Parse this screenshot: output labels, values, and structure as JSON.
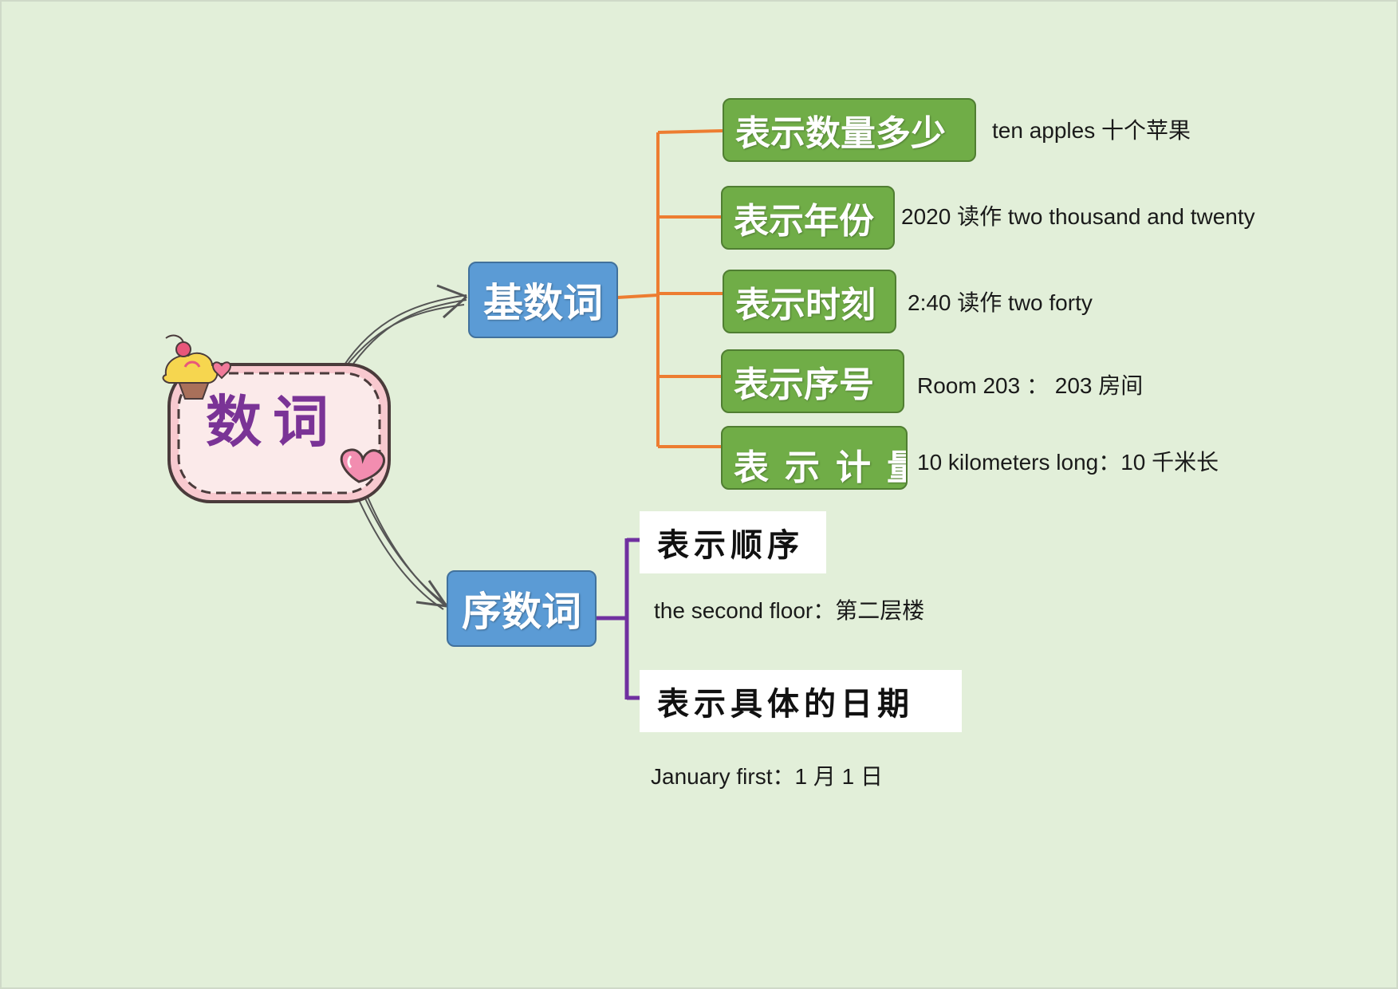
{
  "root": {
    "label": "数词"
  },
  "cardinal": {
    "label": "基数词",
    "items": [
      {
        "label": "表示数量多少",
        "example": "ten apples 十个苹果"
      },
      {
        "label": "表示年份",
        "example": "2020 读作 two thousand and twenty"
      },
      {
        "label": "表示时刻",
        "example": "2:40 读作 two forty"
      },
      {
        "label": "表示序号",
        "example": "Room 203 ： 203 房间"
      },
      {
        "label": "表示计量",
        "example": "10 kilometers long：10 千米长"
      }
    ]
  },
  "ordinal": {
    "label": "序数词",
    "items": [
      {
        "label": "表示顺序",
        "example": "the second floor：第二层楼"
      },
      {
        "label": "表示具体的日期",
        "example": "January first：1 月 1 日"
      }
    ]
  },
  "colors": {
    "background": "#e2efd9",
    "branch_fill": "#5b9bd5",
    "leaf_fill": "#70ad47",
    "cardinal_connector": "#ed7d31",
    "ordinal_connector": "#7030a0",
    "root_text": "#7a3396",
    "root_frame": "#f8c9cf"
  }
}
